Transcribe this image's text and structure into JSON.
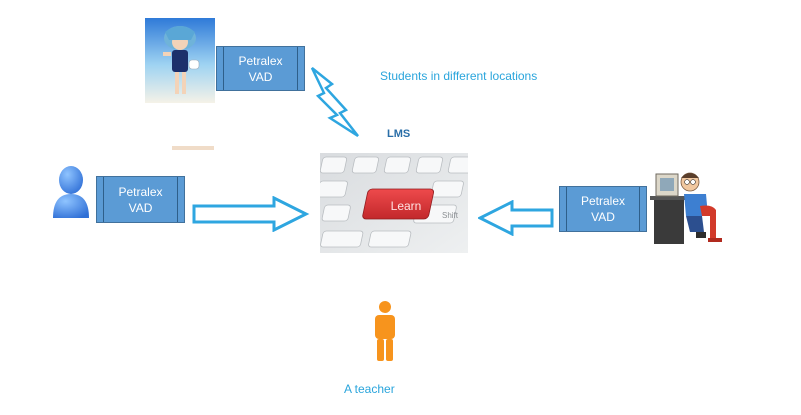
{
  "labels": {
    "students": "Students in different locations",
    "lms": "LMS",
    "teacher": "A teacher",
    "lms_key": "Learn",
    "shift_key": "Shift"
  },
  "vad_boxes": [
    {
      "line1": "Petralex",
      "line2": "VAD"
    },
    {
      "line1": "Petralex",
      "line2": "VAD"
    },
    {
      "line1": "Petralex",
      "line2": "VAD"
    }
  ],
  "icons": {
    "student_top": "child-photo-icon",
    "student_left": "user-silhouette-icon",
    "student_right": "person-at-computer-icon",
    "teacher": "teacher-figure-icon",
    "lms": "learn-keyboard-icon"
  },
  "colors": {
    "vad_fill": "#5b9bd5",
    "caption": "#2aa5dc",
    "arrow_outline": "#2ea6e0",
    "teacher": "#f7941d",
    "learn_key": "#d9373a"
  }
}
